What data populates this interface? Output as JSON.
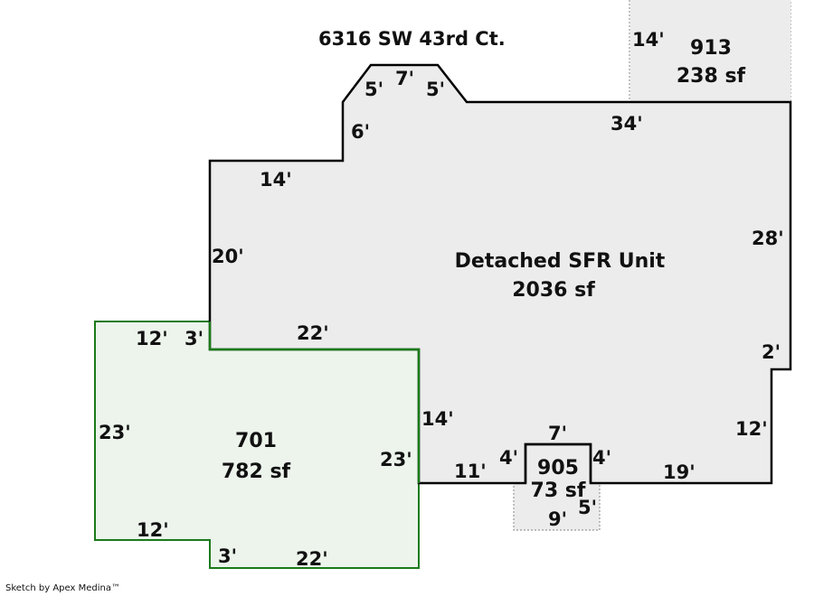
{
  "address": "6316 SW 43rd Ct.",
  "credit": "Sketch by Apex Medina™",
  "areas": {
    "main": {
      "name": "Detached SFR Unit",
      "sf": "2036 sf",
      "fill": "#ececec",
      "stroke": "#000000"
    },
    "a701": {
      "name": "701",
      "sf": "782 sf",
      "fill": "#ecf4ec",
      "stroke": "#1a7a1a"
    },
    "a913": {
      "name": "913",
      "sf": "238 sf",
      "fill": "#ececec",
      "stroke": "#999999"
    },
    "a905": {
      "name": "905",
      "sf": "73 sf",
      "fill": "#ececec",
      "stroke": "#999999"
    }
  },
  "dimensions": {
    "main_top_left_bevel": "5'",
    "main_top_middle": "7'",
    "main_top_right_bevel": "5'",
    "main_top_right": "34'",
    "main_step_vertical": "6'",
    "main_step_horizontal": "14'",
    "main_left": "20'",
    "main_right_upper": "28'",
    "main_right_jog": "2'",
    "main_right_lower": "12'",
    "main_bottom_right": "19'",
    "main_bottom_left": "11'",
    "main_inner_top": "22'",
    "main_inner_right": "14'",
    "a701_top": "12'",
    "a701_top_small": "3'",
    "a701_left": "23'",
    "a701_right": "23'",
    "a701_bottom_left": "12'",
    "a701_bottom_step": "3'",
    "a701_bottom": "22'",
    "a913_left": "14'",
    "a905_top": "7'",
    "a905_left": "4'",
    "a905_right": "4'",
    "a905_bottom": "9'",
    "a905_right_lower": "5'"
  }
}
